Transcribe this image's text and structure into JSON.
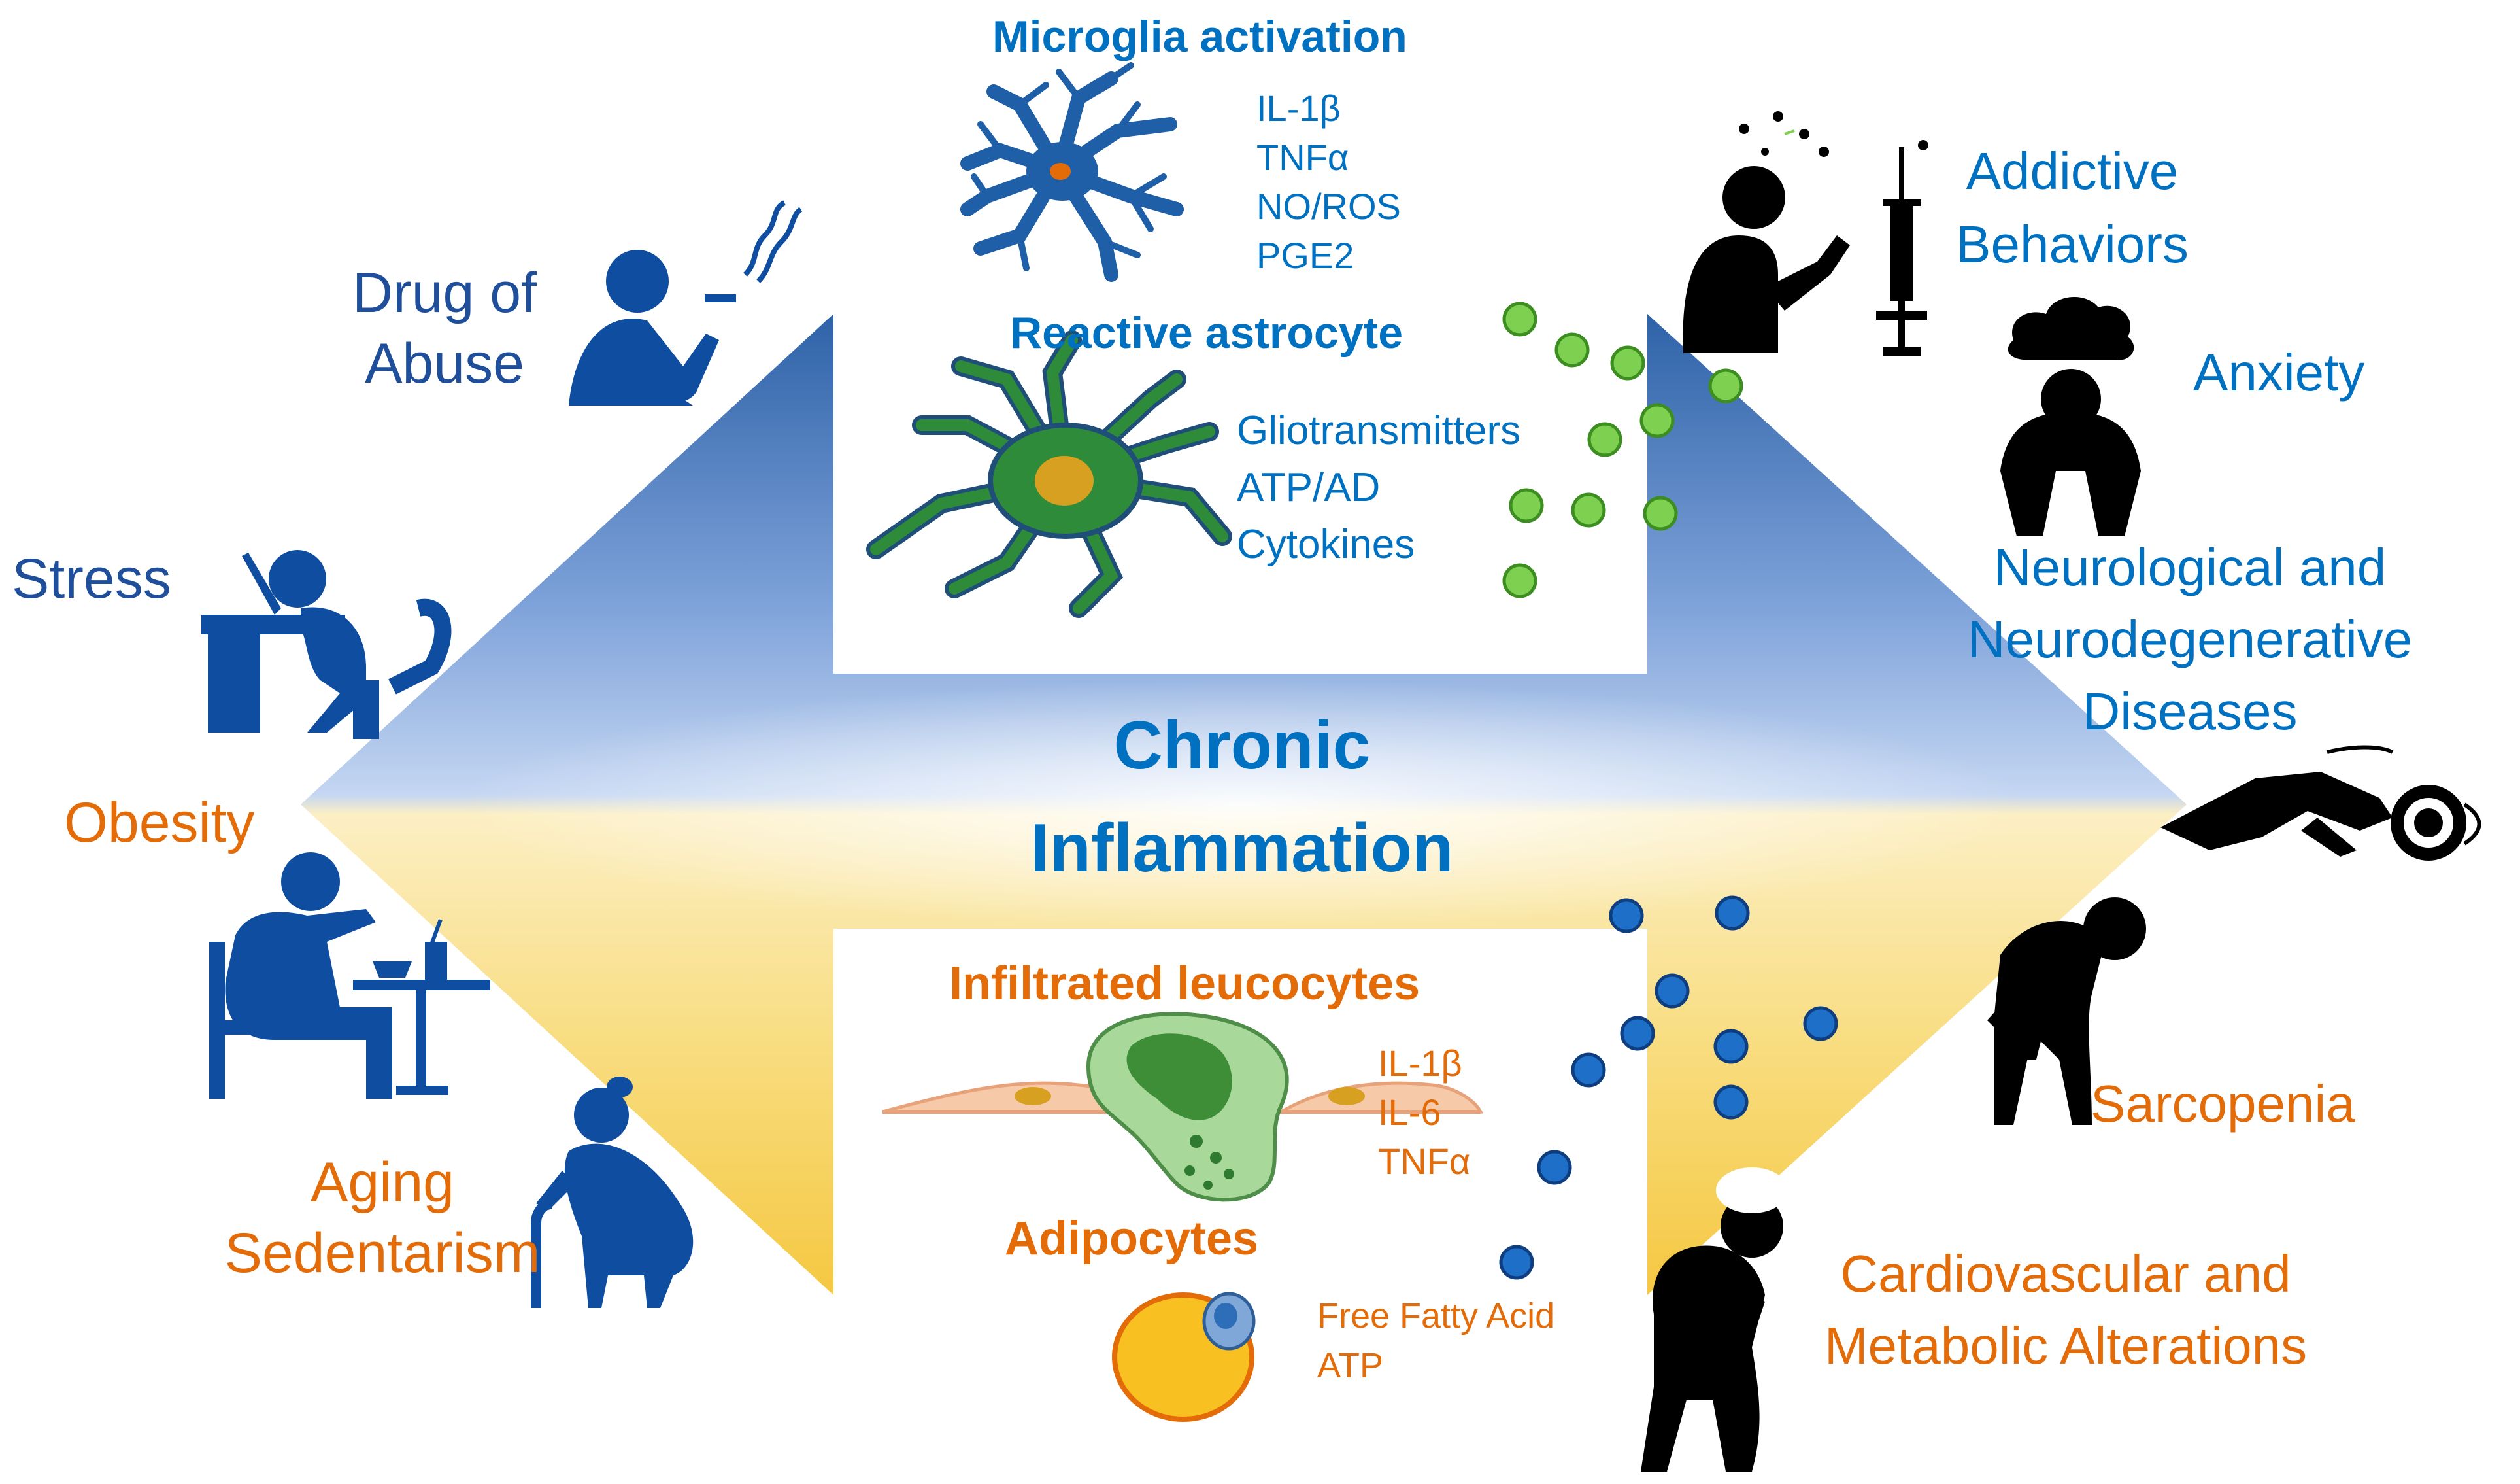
{
  "center": {
    "line1": "Chronic",
    "line2": "Inflammation"
  },
  "causes": {
    "drug_of_abuse": [
      "Drug of",
      "Abuse"
    ],
    "stress": "Stress",
    "obesity": "Obesity",
    "aging": [
      "Aging",
      "Sedentarism"
    ]
  },
  "consequences": {
    "addictive": [
      "Addictive",
      "Behaviors"
    ],
    "anxiety": "Anxiety",
    "neuro": [
      "Neurological and",
      "Neurodegenerative",
      "Diseases"
    ],
    "sarcopenia": "Sarcopenia",
    "cardio": [
      "Cardiovascular and",
      "Metabolic Alterations"
    ]
  },
  "brain": {
    "microglia_title": "Microglia activation",
    "microglia_factors": [
      "IL-1β",
      "TNFα",
      "NO/ROS",
      "PGE2"
    ],
    "astrocyte_title": "Reactive astrocyte",
    "astrocyte_factors": [
      "Gliotransmitters",
      "ATP/AD",
      "Cytokines"
    ]
  },
  "periphery": {
    "leucocytes_title": "Infiltrated leucocytes",
    "leucocyte_factors": [
      "IL-1β",
      "IL-6",
      "TNFα"
    ],
    "adipocytes_title": "Adipocytes",
    "adipocyte_factors": [
      "Free Fatty Acid",
      "ATP"
    ]
  },
  "colors": {
    "blue_text": "#0070C0",
    "navy_text": "#1F4E9A",
    "orange_text": "#E36C09",
    "arrow_top": "#2E62A8",
    "arrow_mid_blue": "#B8CCEE",
    "arrow_mid_yellow": "#FBEBB0",
    "arrow_bottom": "#F5C842",
    "green_dot": "#7ED050",
    "blue_dot": "#1E6FC8",
    "icon_blue": "#0E4DA0",
    "icon_black": "#000000"
  },
  "icons": [
    "smoking-person-icon",
    "stressed-worker-icon",
    "eating-person-icon",
    "elderly-person-icon",
    "dizzy-person-icon",
    "syringe-icon",
    "anxious-person-icon",
    "lying-person-icon",
    "bent-person-icon",
    "chest-pain-person-icon",
    "microglia-icon",
    "astrocyte-icon",
    "leucocyte-icon",
    "adipocyte-icon"
  ]
}
